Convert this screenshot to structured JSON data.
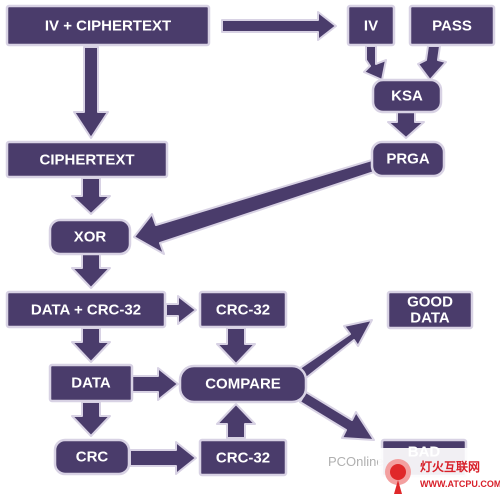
{
  "nodes": {
    "iv_ciphertext": "IV + CIPHERTEXT",
    "iv": "IV",
    "pass": "PASS",
    "ksa": "KSA",
    "ciphertext": "CIPHERTEXT",
    "prga": "PRGA",
    "xor": "XOR",
    "data_crc32": "DATA + CRC-32",
    "crc32_top": "CRC-32",
    "data": "DATA",
    "compare": "COMPARE",
    "good_data_line1": "GOOD",
    "good_data_line2": "DATA",
    "crc": "CRC",
    "crc32_bottom": "CRC-32",
    "bad": "BAD"
  },
  "watermark": {
    "brand": "PCOnline",
    "site_cn": "灯火互联网",
    "site_url": "WWW.ATCPU.COM"
  },
  "colors": {
    "box_fill": "#4a3c6b",
    "box_stroke": "#d8d2e4",
    "watermark_red": "#d8202a"
  }
}
